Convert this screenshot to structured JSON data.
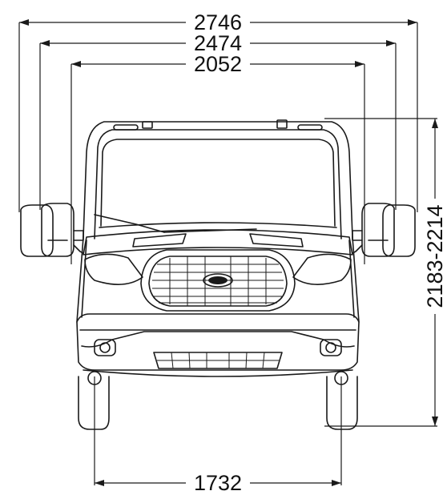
{
  "dimensions": {
    "overall_width_mirrors_extended": "2746",
    "overall_width_mirrors": "2474",
    "body_width": "2052",
    "height": "2183-2214",
    "track_width": "1732"
  }
}
